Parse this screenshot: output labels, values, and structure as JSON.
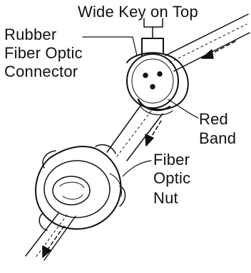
{
  "labels": {
    "wide_key": "Wide Key on Top",
    "rubber": "Rubber",
    "fiber_optic": "Fiber Optic",
    "connector": "Connector",
    "red": "Red",
    "band": "Band",
    "fiber": "Fiber",
    "optic": "Optic",
    "nut": "Nut"
  },
  "colors": {
    "ink": "#111111",
    "background": "#ffffff"
  }
}
